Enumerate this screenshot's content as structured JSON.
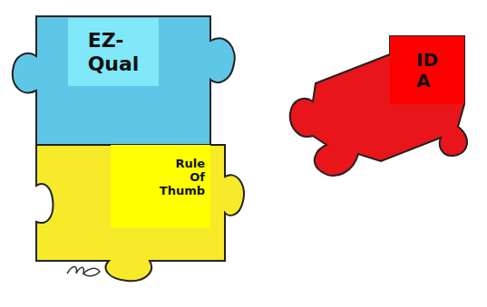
{
  "diagram": {
    "nodes": [
      {
        "text": [
          "EZ- Qual"
        ]
      },
      {
        "text": [
          "Rule Of Thumb"
        ]
      },
      {
        "text": [
          "ID A"
        ]
      }
    ]
  }
}
